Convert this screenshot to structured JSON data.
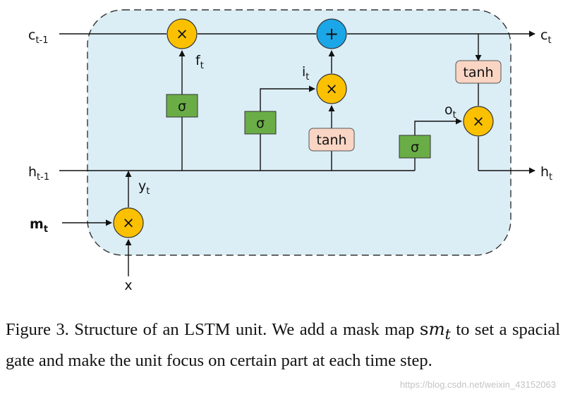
{
  "labels": {
    "c_prev": "c",
    "c_prev_sub": "t-1",
    "c_next": "c",
    "c_next_sub": "t",
    "h_prev": "h",
    "h_prev_sub": "t-1",
    "h_next": "h",
    "h_next_sub": "t",
    "f": "f",
    "f_sub": "t",
    "i": "i",
    "i_sub": "t",
    "o": "o",
    "o_sub": "t",
    "y": "y",
    "y_sub": "t",
    "m": "m",
    "m_sub": "t",
    "x": "x"
  },
  "ops": {
    "multiply": "×",
    "add": "+",
    "sigma": "σ",
    "tanh": "tanh"
  },
  "caption": {
    "text_before": "Figure 3. Structure of an LSTM unit. We add a mask map ",
    "math_rm": "s",
    "math_it": "m",
    "math_sub": "t",
    "text_after": " to set a spacial gate and make the unit focus on certain part at each time step."
  },
  "watermark": "https://blog.csdn.net/weixin_43152063",
  "colors": {
    "cell_fill": "#dbedf5",
    "multiply_fill": "#fbc100",
    "add_fill": "#1ba6e8",
    "sigma_fill": "#6aad47",
    "tanh_fill": "#fad5c4"
  }
}
